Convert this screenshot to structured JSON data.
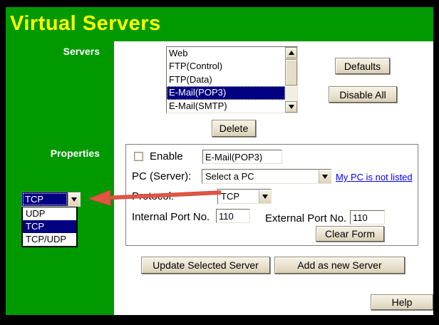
{
  "title": "Virtual Servers",
  "colors": {
    "header_green": "#009900",
    "title_yellow": "#ffff00",
    "selection_navy": "#000080",
    "link_blue": "#0000ff",
    "button_face_tan": "#e9e2cf",
    "arrow_red": "#e05544"
  },
  "sidebar": {
    "servers_label": "Servers",
    "properties_label": "Properties"
  },
  "server_list": {
    "items": [
      "Web",
      "FTP(Control)",
      "FTP(Data)",
      "E-Mail(POP3)",
      "E-Mail(SMTP)"
    ],
    "selected_index": 3,
    "selected_value": "E-Mail(POP3)"
  },
  "actions": {
    "defaults": "Defaults",
    "disable_all": "Disable All",
    "delete": "Delete",
    "clear_form": "Clear Form",
    "update_selected": "Update Selected Server",
    "add_as_new": "Add as new Server",
    "help": "Help"
  },
  "properties": {
    "enable_label": "Enable",
    "enable_checked": false,
    "name_value": "E-Mail(POP3)",
    "pc_label": "PC (Server):",
    "pc_value": "Select a PC",
    "pc_link": "My PC is not listed",
    "protocol_label": "Protocol:",
    "protocol_value": "TCP",
    "internal_port_label": "Internal Port No.",
    "internal_port_value": "110",
    "external_port_label": "External Port No.",
    "external_port_value": "110"
  },
  "protocol_dropdown": {
    "value": "TCP",
    "options": [
      "UDP",
      "TCP",
      "TCP/UDP"
    ],
    "selected_index": 1
  }
}
